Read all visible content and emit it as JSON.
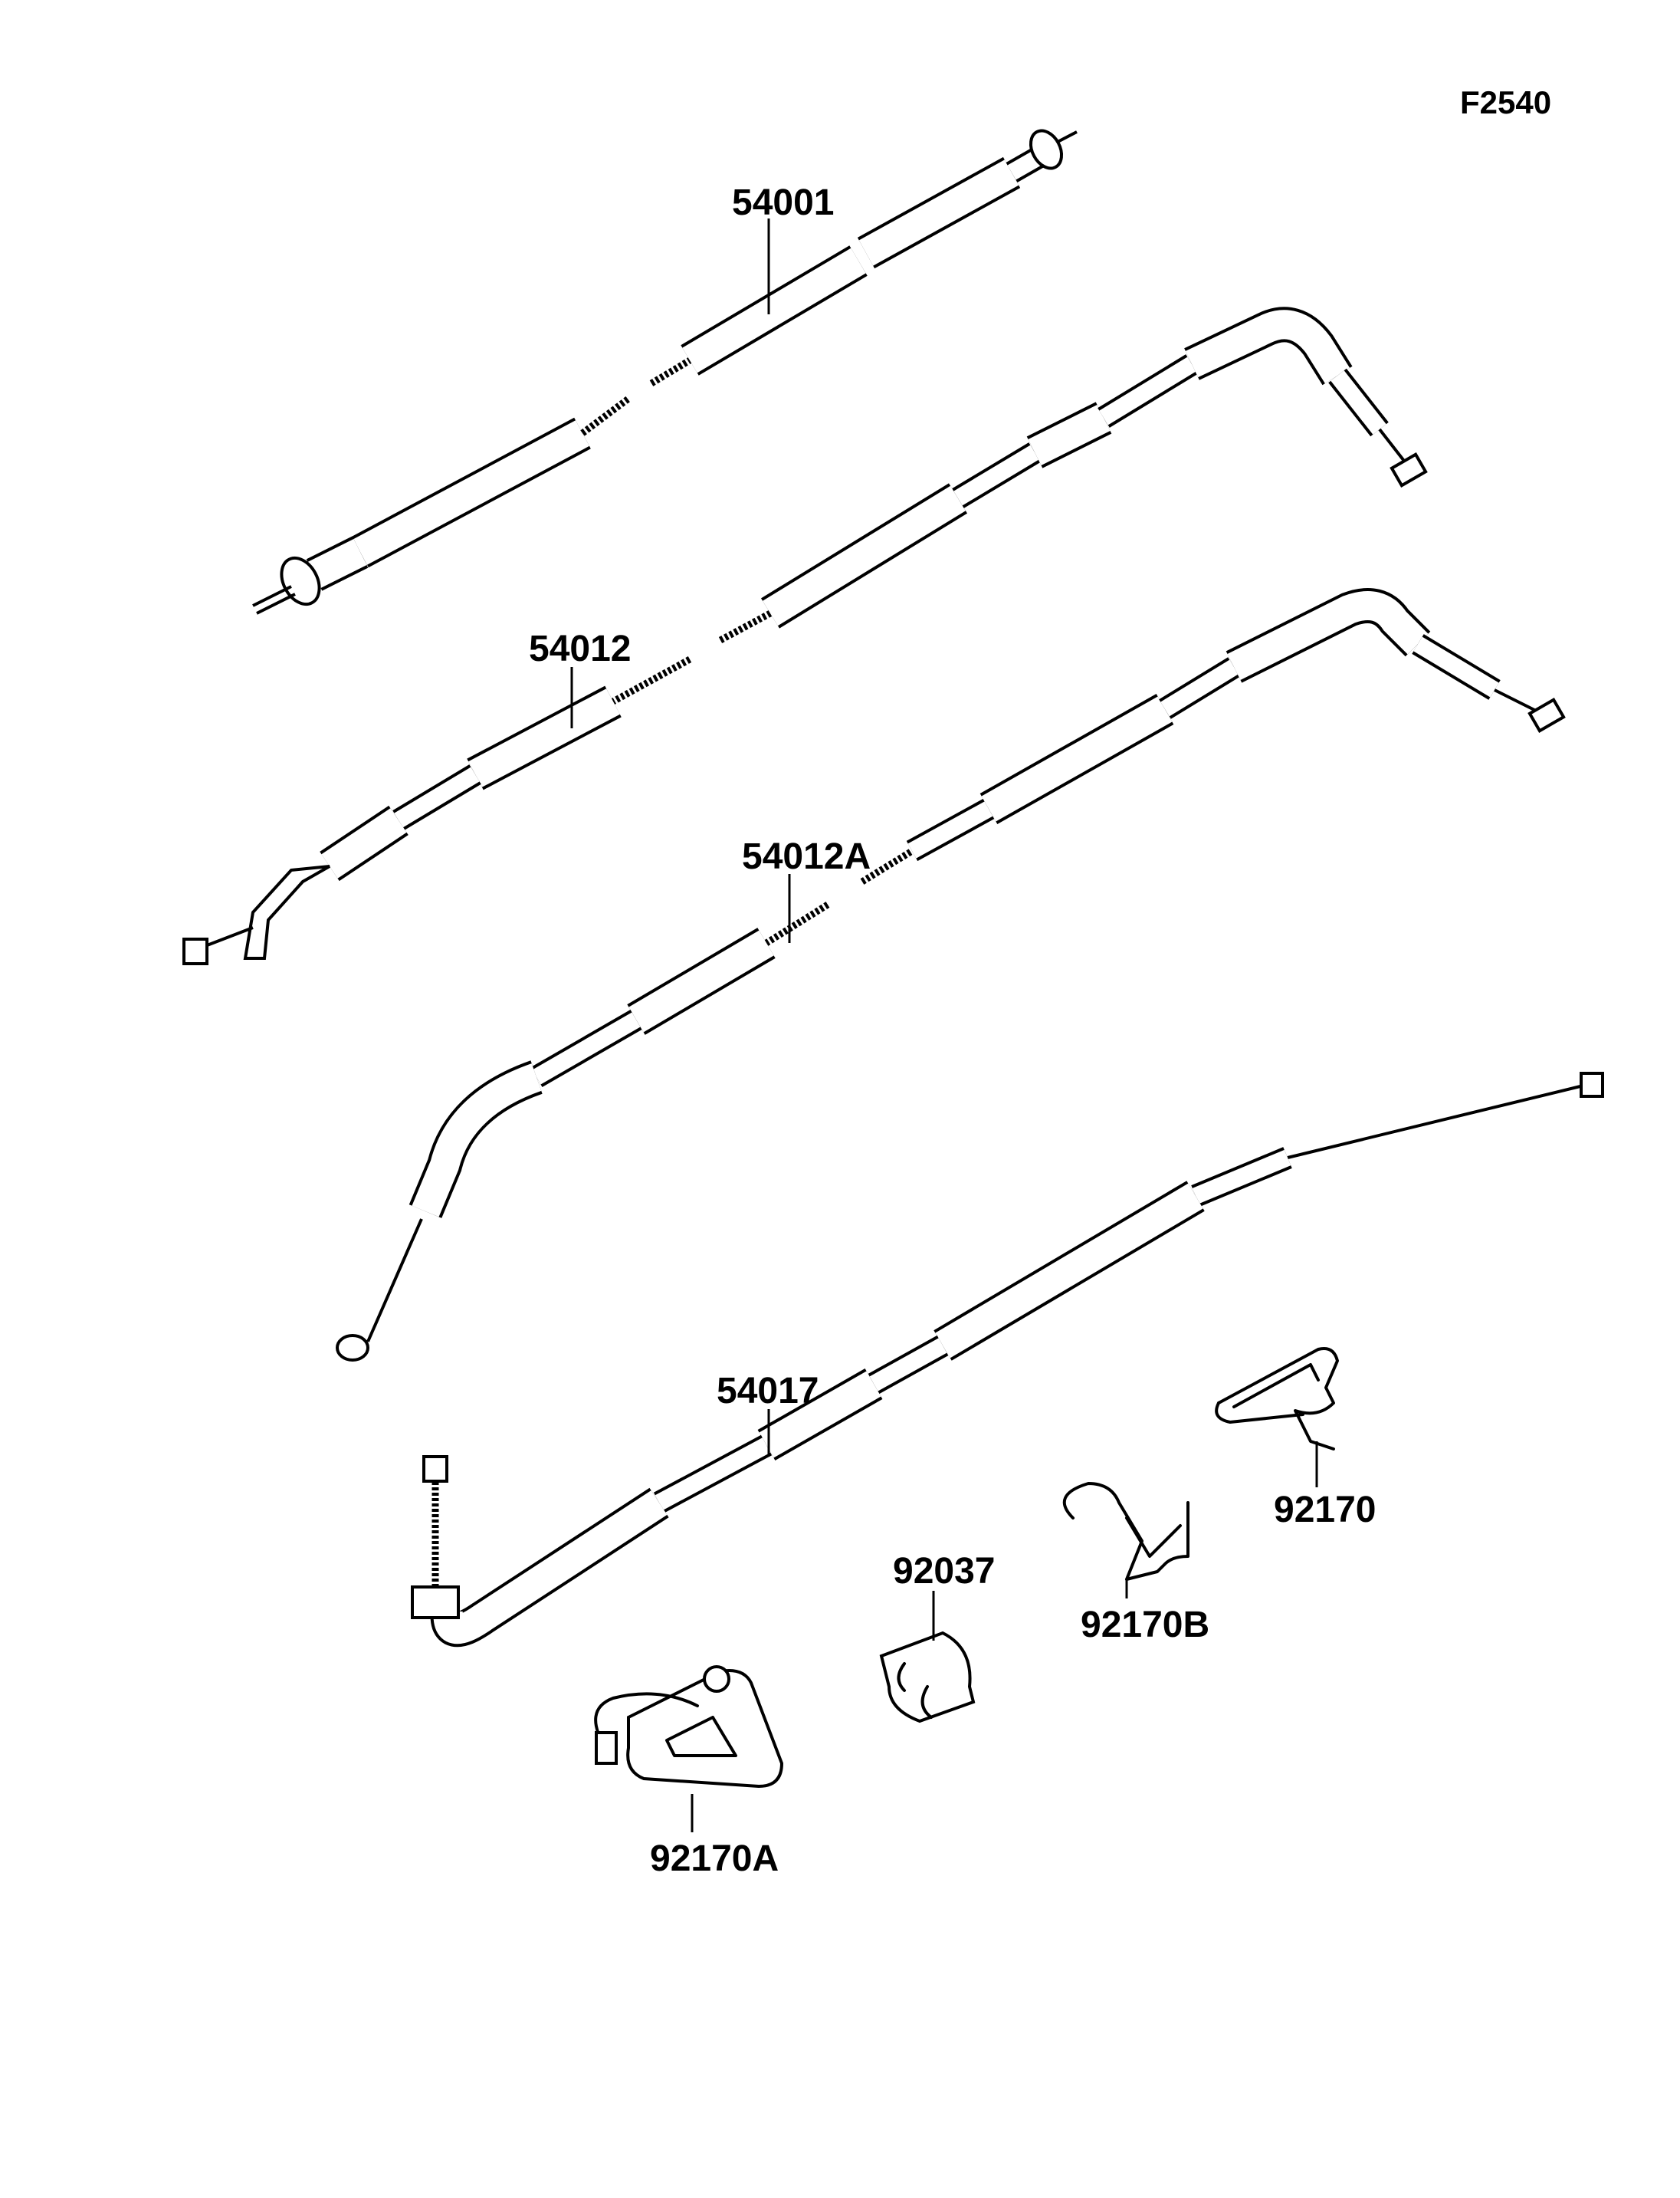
{
  "figure_code": "F2540",
  "parts": [
    {
      "id": "speedometer-cable",
      "number": "54001"
    },
    {
      "id": "throttle-cable-accelerator",
      "number": "54012"
    },
    {
      "id": "throttle-cable-decelerator",
      "number": "54012A"
    },
    {
      "id": "clutch-cable",
      "number": "54017"
    },
    {
      "id": "clamp-92037",
      "number": "92037"
    },
    {
      "id": "clamp-92170",
      "number": "92170"
    },
    {
      "id": "clamp-92170a",
      "number": "92170A"
    },
    {
      "id": "clamp-92170b",
      "number": "92170B"
    }
  ],
  "colors": {
    "ink": "#000000",
    "paper": "#ffffff"
  }
}
